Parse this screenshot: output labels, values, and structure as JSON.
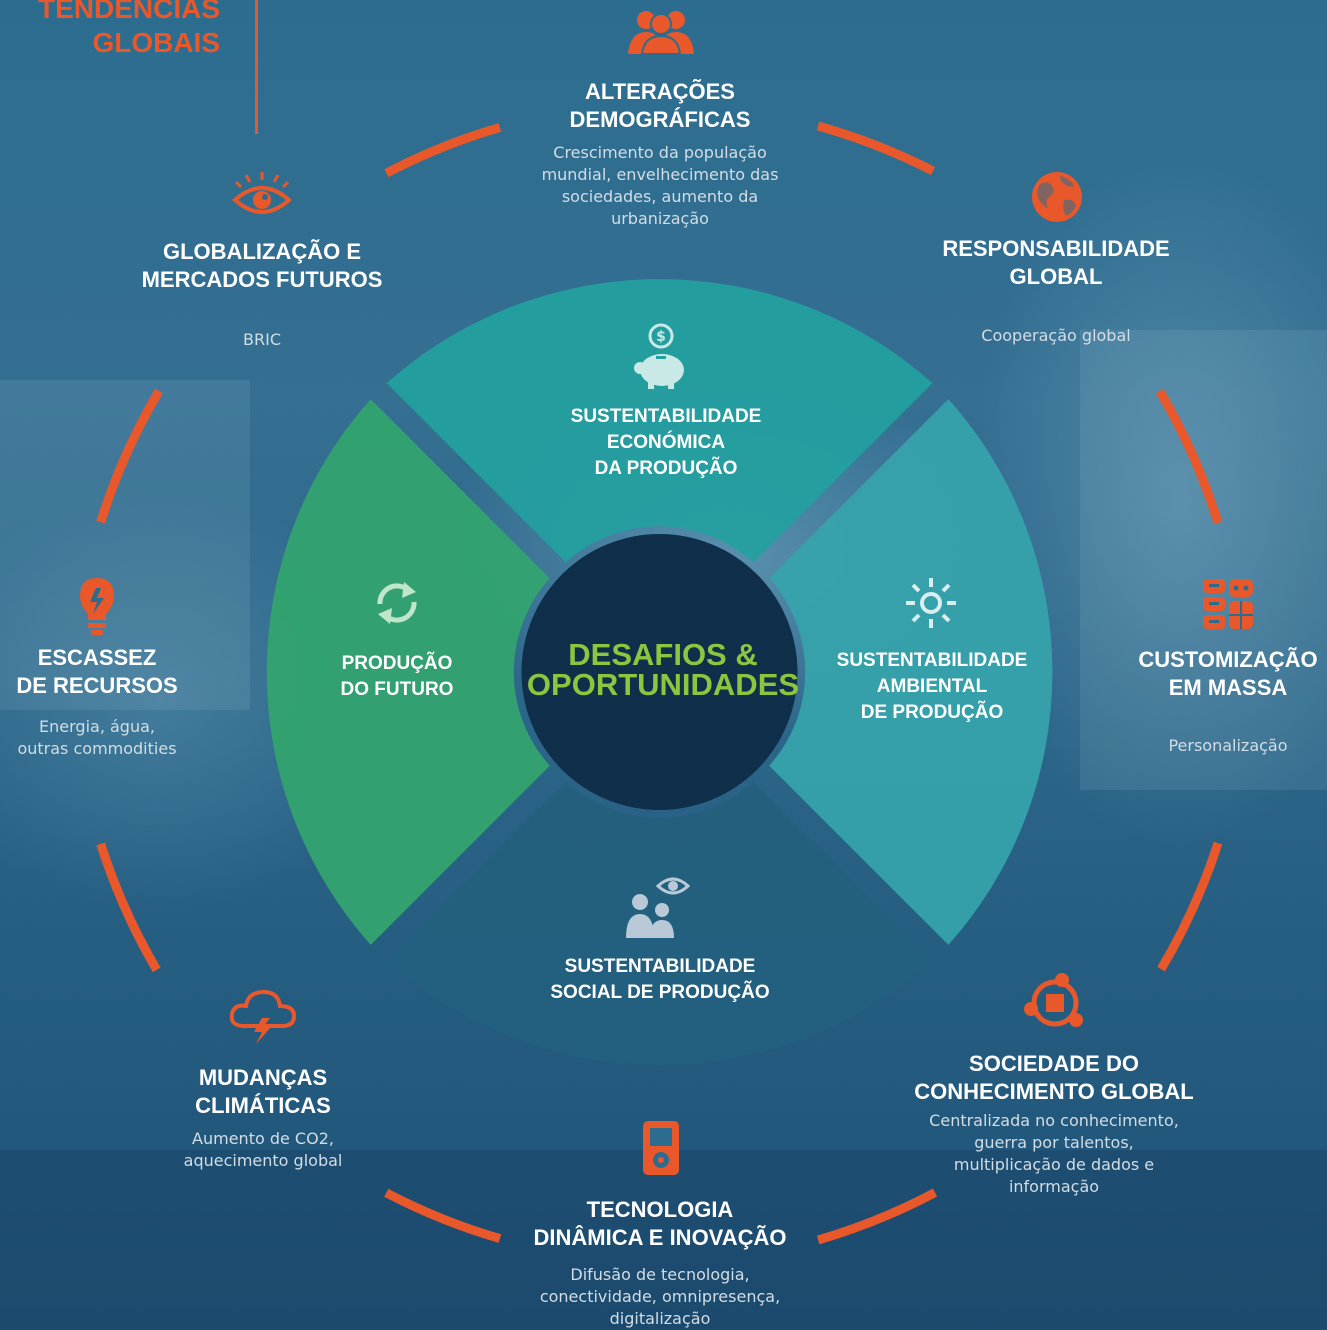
{
  "header": {
    "title": "TENDÊNCIAS\nGLOBAIS"
  },
  "center": {
    "title": "DESAFIOS &\nOPORTUNIDADES"
  },
  "inner": {
    "economica": {
      "title": "SUSTENTABILIDADE\nECONÓMICA\nDA PRODUÇÃO",
      "icon": "piggy-bank-icon"
    },
    "ambiental": {
      "title": "SUSTENTABILIDADE\nAMBIENTAL\nDE PRODUÇÃO",
      "icon": "sun-icon"
    },
    "social": {
      "title": "SUSTENTABILIDADE\nSOCIAL DE PRODUÇÃO",
      "icon": "people-eye-icon"
    },
    "futuro": {
      "title": "PRODUÇÃO\nDO FUTURO",
      "icon": "recycle-arrows-icon"
    }
  },
  "trends": {
    "demograficas": {
      "title": "ALTERAÇÕES\nDEMOGRÁFICAS",
      "desc": "Crescimento da população\nmundial, envelhecimento das\nsociedades, aumento da\nurbanização",
      "icon": "people-group-icon"
    },
    "responsabilidade": {
      "title": "RESPONSABILIDADE\nGLOBAL",
      "desc": "Cooperação global",
      "icon": "globe-icon"
    },
    "customizacao": {
      "title": "CUSTOMIZAÇÃO\nEM MASSA",
      "desc": "Personalização",
      "icon": "blocks-icon"
    },
    "conhecimento": {
      "title": "SOCIEDADE DO\nCONHECIMENTO GLOBAL",
      "desc": "Centralizada no conhecimento,\nguerra por talentos,\nmultiplicação de dados e\ninformação",
      "icon": "network-icon"
    },
    "tecnologia": {
      "title": "TECNOLOGIA\nDINÂMICA E INOVAÇÃO",
      "desc": "Difusão de tecnologia,\nconectividade, omnipresença,\ndigitalização",
      "icon": "media-player-icon"
    },
    "climaticas": {
      "title": "MUDANÇAS\nCLIMÁTICAS",
      "desc": "Aumento de CO2,\naquecimento global",
      "icon": "storm-cloud-icon"
    },
    "escassez": {
      "title": "ESCASSEZ\nDE RECURSOS",
      "desc": "Energia, água,\noutras commodities",
      "icon": "lightbulb-icon"
    },
    "globalizacao": {
      "title": "GLOBALIZAÇÃO E\nMERCADOS FUTUROS",
      "desc": "BRIC",
      "icon": "eye-icon"
    }
  },
  "colors": {
    "accent": "#e8582a",
    "economica": "#23a0a0",
    "ambiental": "#36a4ac",
    "social": "#23607e",
    "futuro": "#33a36f",
    "center_text": "#8cc63f",
    "hub": "#0f2f4a"
  }
}
